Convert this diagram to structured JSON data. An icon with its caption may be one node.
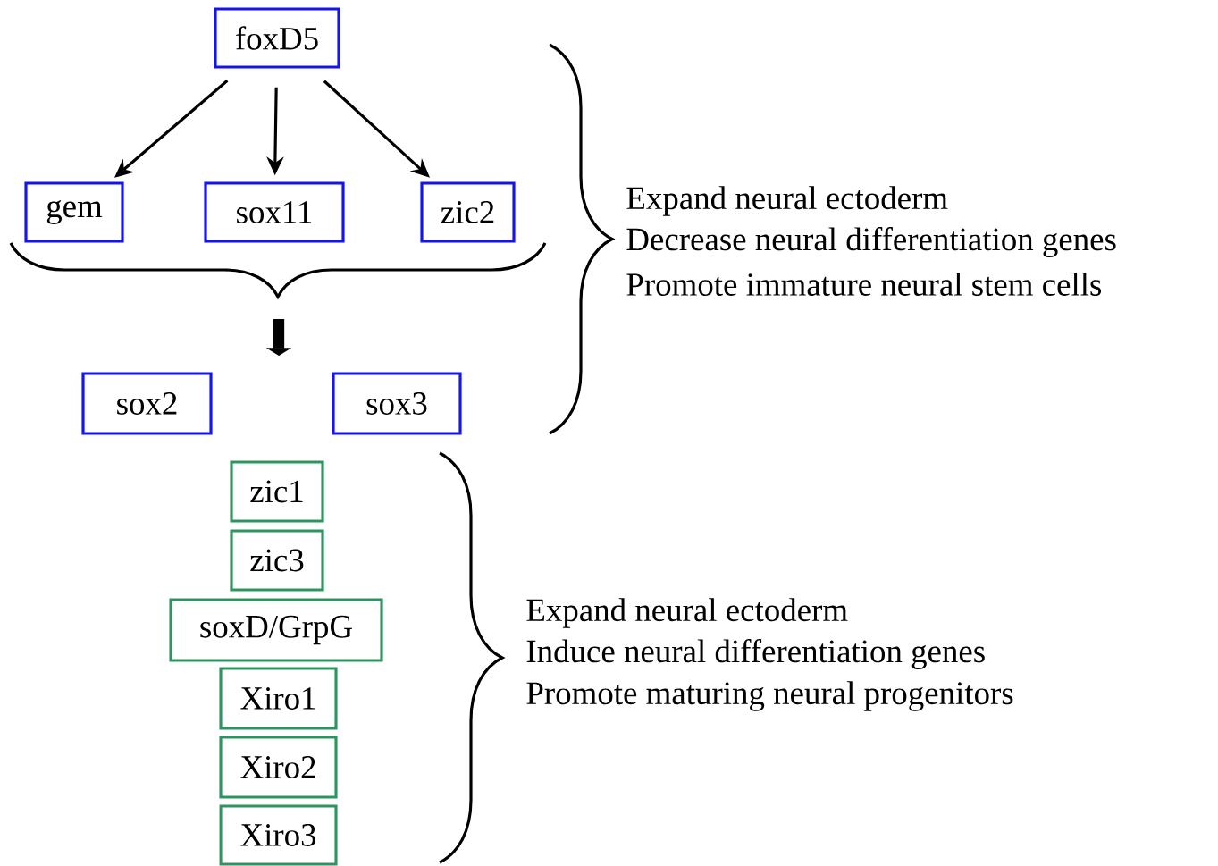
{
  "diagram": {
    "nodes": [
      {
        "text": [
          "foxD5"
        ]
      },
      {
        "text": [
          "gem"
        ]
      },
      {
        "text": [
          "sox11"
        ]
      },
      {
        "text": [
          "zic2"
        ]
      },
      {
        "text": [
          "sox2"
        ]
      },
      {
        "text": [
          "sox3"
        ]
      },
      {
        "text": [
          "zic1"
        ]
      },
      {
        "text": [
          "zic3"
        ]
      },
      {
        "text": [
          "soxD/GrpG"
        ]
      },
      {
        "text": [
          "Xiro1"
        ]
      },
      {
        "text": [
          "Xiro2"
        ]
      },
      {
        "text": [
          "Xiro3"
        ]
      }
    ],
    "edges": [
      {
        "from": 0,
        "to": 1,
        "arrow": "to"
      },
      {
        "from": 0,
        "to": 2,
        "arrow": "to"
      },
      {
        "from": 0,
        "to": 3,
        "arrow": "to"
      }
    ],
    "labels": [
      "Expand neural ectoderm",
      "Decrease neural differentiation genes",
      "Promote immature neural stem cells",
      "Expand neural ectoderm",
      "Induce neural differentiation genes",
      "Promote maturing neural progenitors"
    ]
  }
}
